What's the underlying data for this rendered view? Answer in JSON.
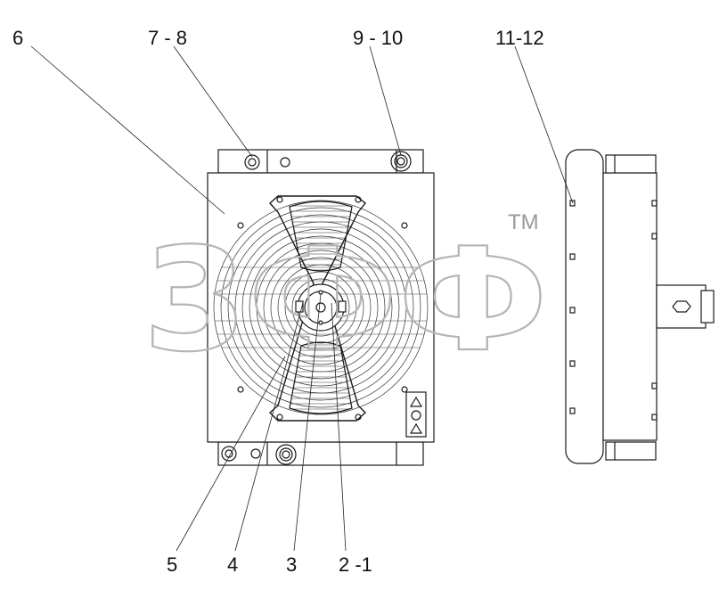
{
  "drawing": {
    "callouts": {
      "c6": "6",
      "c7_8": "7 - 8",
      "c9_10": "9 - 10",
      "c11_12": "11-12",
      "c5": "5",
      "c4": "4",
      "c3": "3",
      "c2_1": "2 -1"
    },
    "watermark": {
      "mark": "3ФФ",
      "tm": "TM"
    }
  },
  "colors": {
    "line": "#1a1a1a",
    "watermark": "#b5b5b5"
  }
}
